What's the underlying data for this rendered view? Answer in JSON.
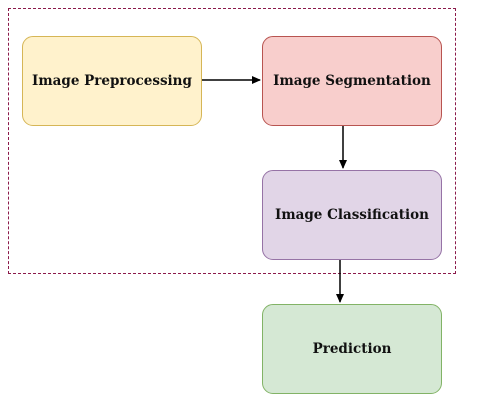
{
  "diagram": {
    "nodes": {
      "preprocessing": {
        "label": "Image Preprocessing",
        "fill": "#fff2cc",
        "stroke": "#d6b656"
      },
      "segmentation": {
        "label": "Image Segmentation",
        "fill": "#f8cecc",
        "stroke": "#b85450"
      },
      "classification": {
        "label": "Image Classification",
        "fill": "#e1d5e7",
        "stroke": "#9673a6"
      },
      "prediction": {
        "label": "Prediction",
        "fill": "#d5e8d4",
        "stroke": "#82b366"
      }
    },
    "edges": [
      {
        "from": "Image Preprocessing",
        "to": "Image Segmentation"
      },
      {
        "from": "Image Segmentation",
        "to": "Image Classification"
      },
      {
        "from": "Image Classification",
        "to": "Prediction"
      }
    ],
    "group_border_color": "#8b1a4a"
  }
}
